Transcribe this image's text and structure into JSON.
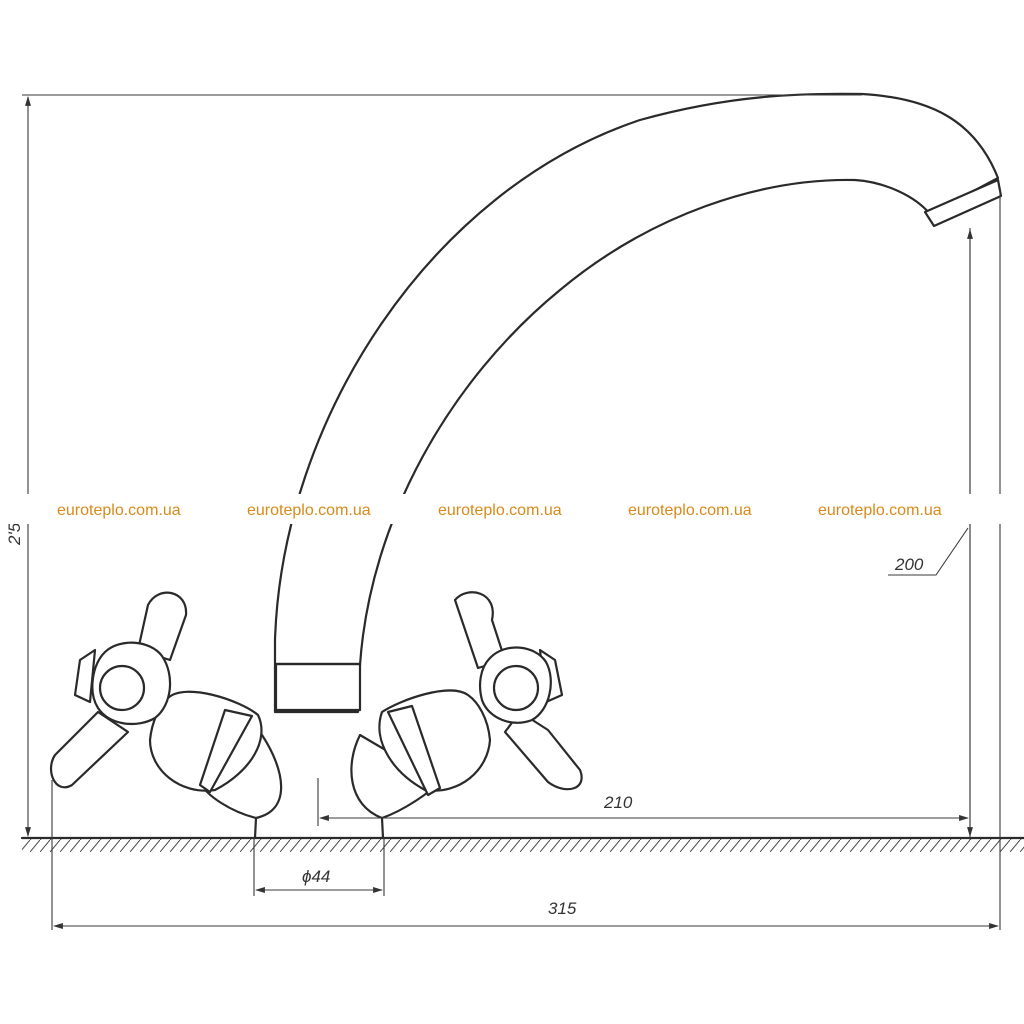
{
  "dimensions": {
    "total_height": "2'5",
    "spout_height": "200",
    "spout_reach": "210",
    "base_diameter": "ϕ44",
    "total_width": "315"
  },
  "watermarks": [
    "euroteplo.com.ua",
    "euroteplo.com.ua",
    "euroteplo.com.ua",
    "euroteplo.com.ua",
    "euroteplo.com.ua"
  ],
  "colors": {
    "line": "#2a2a2a",
    "watermark": "#d98a1a",
    "background": "#ffffff"
  }
}
